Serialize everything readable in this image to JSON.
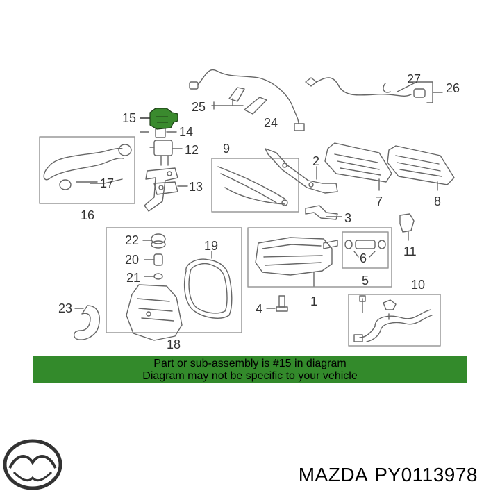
{
  "labels": {
    "n1": "1",
    "n2": "2",
    "n3": "3",
    "n4": "4",
    "n5": "5",
    "n6": "6",
    "n7": "7",
    "n8": "8",
    "n9": "9",
    "n10": "10",
    "n11": "11",
    "n12": "12",
    "n13": "13",
    "n14": "14",
    "n15": "15",
    "n16": "16",
    "n17": "17",
    "n18": "18",
    "n19": "19",
    "n20": "20",
    "n21": "21",
    "n22": "22",
    "n23": "23",
    "n24": "24",
    "n25": "25",
    "n26": "26",
    "n27": "27"
  },
  "highlighted_part": "15",
  "banner": {
    "line1": "Part or sub-assembly is #15 in diagram",
    "line2": "Diagram may not be specific to your vehicle"
  },
  "footer": {
    "brand": "MAZDA",
    "part_number": "PY0113978",
    "logo_icon": "mazda-logo-icon"
  },
  "colors": {
    "highlight": "#3a8a2e",
    "banner": "#338a2b",
    "line": "#555555"
  }
}
